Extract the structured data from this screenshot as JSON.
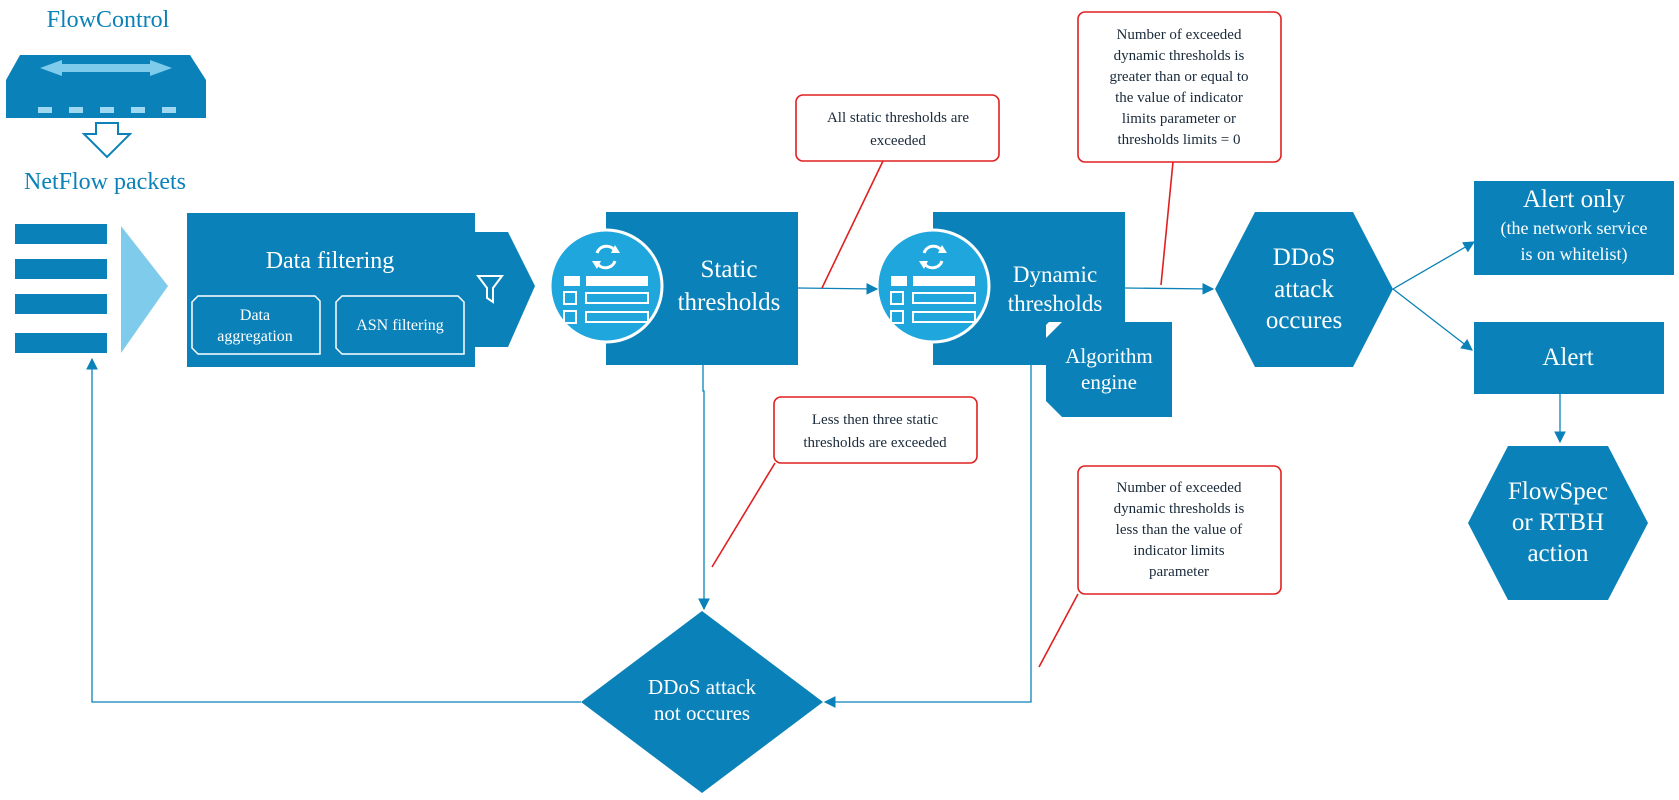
{
  "header": {
    "title": "FlowControl",
    "subtitle": "NetFlow packets"
  },
  "blocks": {
    "data_filtering": {
      "title": "Data filtering",
      "sub1": [
        "Data",
        "aggregation"
      ],
      "sub2": "ASN filtering"
    },
    "static_thresholds": [
      "Static",
      "thresholds"
    ],
    "dynamic_thresholds": [
      "Dynamic",
      "thresholds"
    ],
    "algorithm_engine": [
      "Algorithm",
      "engine"
    ],
    "ddos_occures": [
      "DDoS",
      "attack",
      "occures"
    ],
    "ddos_not_occures": [
      "DDoS attack",
      "not occures"
    ],
    "alert_only": {
      "title": "Alert only",
      "note": [
        "(the network service",
        "is on whitelist)"
      ]
    },
    "alert": "Alert",
    "flowspec": [
      "FlowSpec",
      "or RTBH",
      "action"
    ]
  },
  "callouts": {
    "all_static": [
      "All static thresholds are",
      "exceeded"
    ],
    "less_static": [
      "Less then three static",
      "thresholds are exceeded"
    ],
    "dyn_greater": [
      "Number of exceeded",
      "dynamic thresholds is",
      "greater than or equal to",
      "the value of indicator",
      "limits parameter or",
      "thresholds limits = 0"
    ],
    "dyn_less": [
      "Number of exceeded",
      "dynamic thresholds is",
      "less than the value of",
      "indicator limits",
      "parameter"
    ]
  },
  "colors": {
    "primary": "#0a82b9",
    "light": "#7fcbeb",
    "icon": "#1ea6dd",
    "callout_border": "#e02020",
    "line": "#0a82b9"
  }
}
